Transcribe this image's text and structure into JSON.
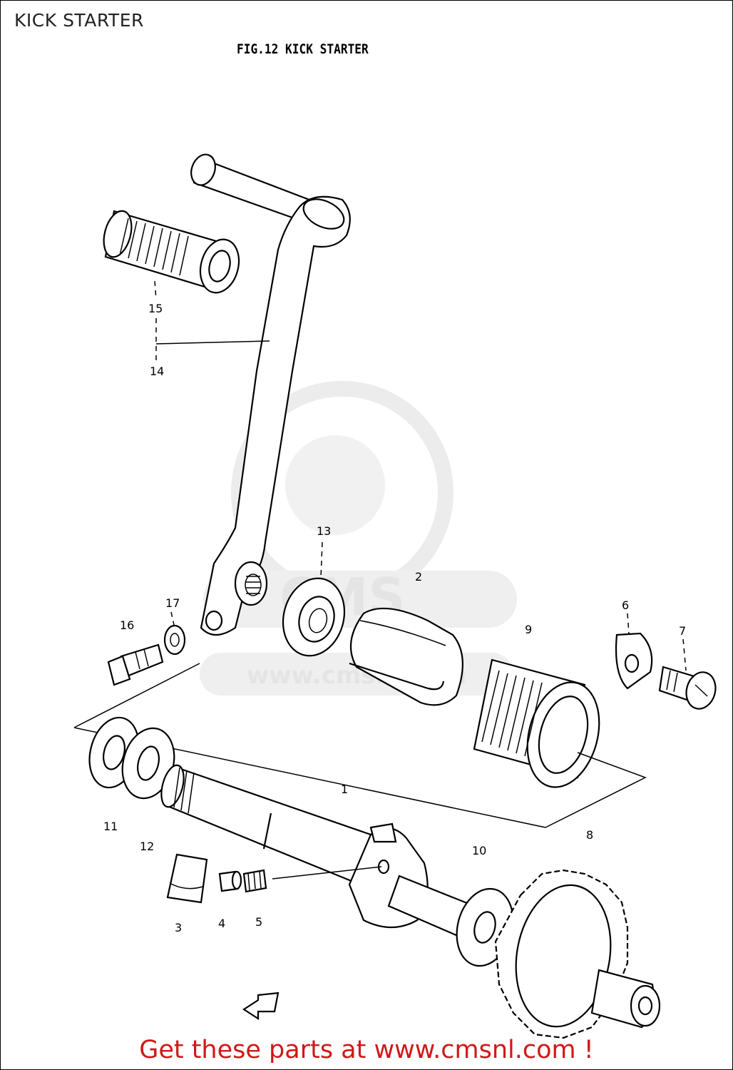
{
  "page": {
    "title": "KICK STARTER",
    "figure_title": "FIG.12  KICK STARTER",
    "footer_link": "Get these parts at www.cmsnl.com !"
  },
  "watermark": {
    "logo_text": "CMS",
    "url_text": "www.cmsnl.com"
  },
  "callouts": {
    "c1": "1",
    "c2": "2",
    "c3": "3",
    "c4": "4",
    "c5": "5",
    "c6": "6",
    "c7": "7",
    "c8": "8",
    "c9": "9",
    "c10": "10",
    "c11": "11",
    "c12": "12",
    "c13": "13",
    "c14": "14",
    "c15": "15",
    "c16": "16",
    "c17": "17"
  },
  "colors": {
    "footer": "#d01818",
    "watermark": "#e4e4e4",
    "line": "#000000"
  }
}
